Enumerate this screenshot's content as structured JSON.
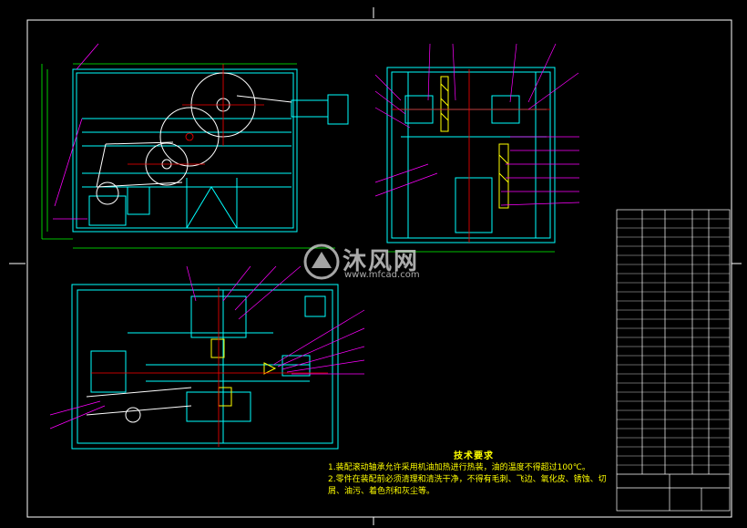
{
  "technical_requirements": {
    "title": "技术要求",
    "line1": "1.装配滚动轴承允许采用机油加热进行热装，油的温度不得超过100℃。",
    "line2": "2.零件在装配前必须清理和清洗干净，不得有毛刺、飞边、氧化皮、锈蚀、切屑、油污、着色剂和灰尘等。"
  },
  "watermark": {
    "brand": "沐风网",
    "url": "www.mfcad.com"
  },
  "colors": {
    "background": "#000000",
    "frame": "#ffffff",
    "outline": "#00ffff",
    "centerline": "#ff0000",
    "leader": "#ff00ff",
    "hatch": "#ffff00",
    "dimension": "#00ff00"
  }
}
